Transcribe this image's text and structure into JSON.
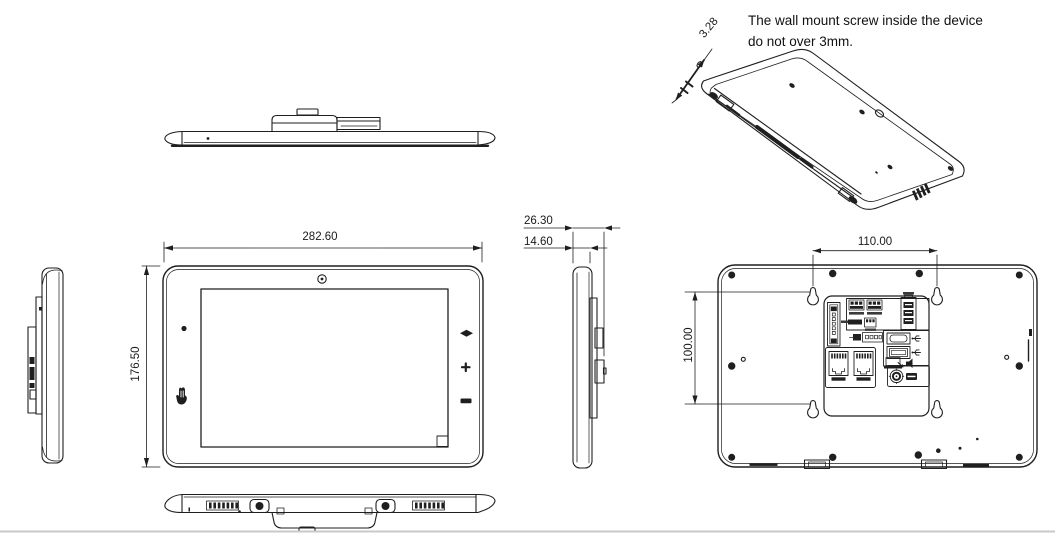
{
  "note": {
    "line1": "The wall mount screw inside the device",
    "line2": "do not over 3mm."
  },
  "dimensions": {
    "front_width_mm": "282.60",
    "front_height_mm": "176.50",
    "depth_total_mm": "26.30",
    "depth_body_mm": "14.60",
    "mount_holes_horizontal_mm": "110.00",
    "mount_holes_vertical_mm": "100.00",
    "wall_screw_max_depth_mm": "3.28"
  },
  "icons": [
    "camera-icon",
    "light-sensor-icon",
    "touch-hand-icon",
    "volume-icon",
    "plus-button-icon",
    "menu-bar-icon",
    "usb-icon",
    "display-out-icon",
    "speaker-icon",
    "power-jack-icon",
    "ethernet-port-icon",
    "keyhole-mount-icon"
  ],
  "colors": {
    "line": "#1f1f1f",
    "background": "#ffffff",
    "dim_text": "#1a1a1a"
  }
}
